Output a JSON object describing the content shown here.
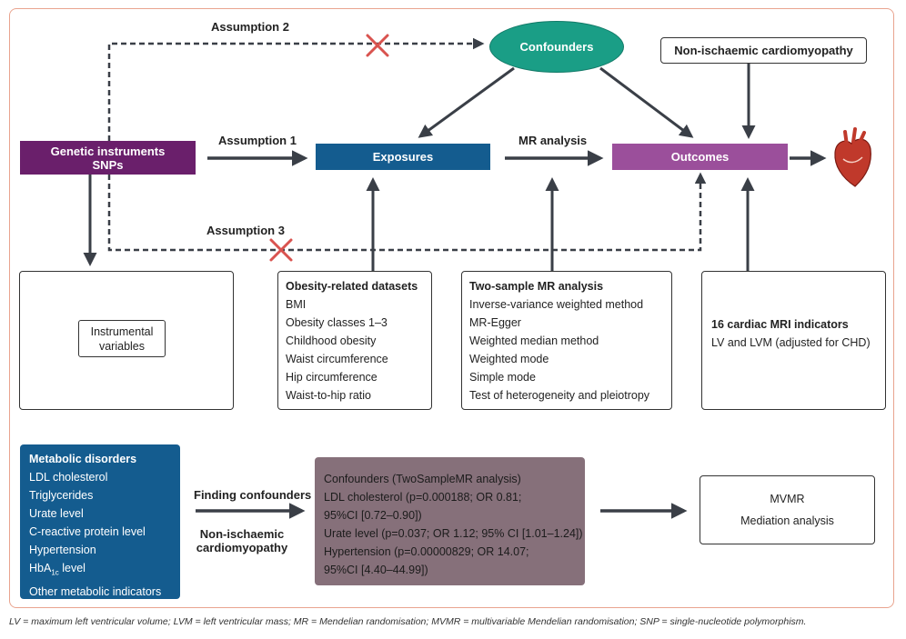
{
  "labels": {
    "assumption1": "Assumption 1",
    "assumption2": "Assumption 2",
    "assumption3": "Assumption 3",
    "mr_analysis": "MR analysis",
    "finding_confounders": "Finding confounders",
    "non_ischaemic_bottom_1": "Non-ischaemic",
    "non_ischaemic_bottom_2": "cardiomyopathy"
  },
  "nodes": {
    "genetic_1": "Genetic instruments",
    "genetic_2": "SNPs",
    "exposures": "Exposures",
    "outcomes": "Outcomes",
    "confounders": "Confounders",
    "non_ischaemic": "Non-ischaemic cardiomyopathy"
  },
  "instrumental": {
    "line1": "Instrumental",
    "line2": "variables"
  },
  "obesity": {
    "title": "Obesity-related datasets",
    "items": [
      "BMI",
      "Obesity classes 1–3",
      "Childhood obesity",
      "Waist circumference",
      "Hip circumference",
      "Waist-to-hip ratio"
    ]
  },
  "two_sample": {
    "title": "Two-sample MR analysis",
    "items": [
      "Inverse-variance weighted method",
      "MR-Egger",
      "Weighted median method",
      "Weighted mode",
      "Simple mode",
      "Test of heterogeneity and pleiotropy"
    ]
  },
  "cardiac": {
    "title": "16 cardiac MRI indicators",
    "line": "LV and LVM (adjusted for CHD)"
  },
  "metabolic": {
    "title": "Metabolic disorders",
    "items": [
      "LDL cholesterol",
      "Triglycerides",
      "Urate level",
      "C-reactive protein level",
      "Hypertension"
    ],
    "hba_pre": "HbA",
    "hba_sub": "1c",
    "hba_post": " level",
    "last": "Other metabolic indicators"
  },
  "twosamplemr": {
    "lines": [
      "Confounders (TwoSampleMR analysis)",
      "LDL cholesterol (p=0.000188; OR 0.81;",
      "95%CI [0.72–0.90])",
      "Urate level (p=0.037; OR 1.12; 95% CI [1.01–1.24])",
      "Hypertension (p=0.00000829; OR 14.07;",
      "95%CI [4.40–44.99])"
    ]
  },
  "mvmr": {
    "line1": "MVMR",
    "line2": "Mediation analysis"
  },
  "footer": "LV = maximum left ventricular volume; LVM = left ventricular mass; MR = Mendelian randomisation; MVMR = multivariable Mendelian randomisation; SNP = single-nucleotide polymorphism.",
  "colors": {
    "purple_dark": "#6a1f6b",
    "blue": "#145c8f",
    "purple_light": "#9b4f9b",
    "teal": "#1a9e86",
    "grey_box": "#86707a",
    "arrow": "#3a3f47",
    "cross": "#d9534f",
    "frame": "#e9a48f"
  }
}
